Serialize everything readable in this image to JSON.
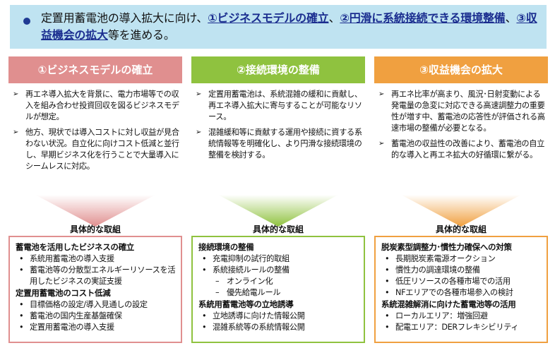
{
  "header": {
    "text_a": "定置用蓄電池の導入拡大に向け、",
    "hl_1": "①ビジネスモデルの確立",
    "text_b": "、",
    "hl_2": "②円滑に系統接続できる環境整備",
    "text_c": "、",
    "hl_3": "③収益機会の拡大",
    "text_d": "等を進める。"
  },
  "columns": [
    {
      "title": "①ビジネスモデルの確立",
      "color": "#e08f8f",
      "desc": [
        "再エネ導入拡大を背景に、電力市場等での収入を組み合わせ投資回収を図るビジネスモデルが想定。",
        "他方、現状では導入コストに対し収益が見合わない状況。自立化に向けコスト低減と並行し、早期ビジネス化を行うことで大量導入にシームレスに対応。"
      ],
      "arrow_label": "具体的な取組",
      "box": {
        "heading1": "蓄電池を活用したビジネスの確立",
        "items1": [
          "系統用蓄電池の導入支援",
          "蓄電池等の分散型エネルギーリソースを活用したビジネスの実証支援"
        ],
        "heading2": "定置用蓄電池のコスト低減",
        "items2": [
          "目標価格の設定/導入見通しの設定",
          "蓄電池の国内生産基盤確保",
          "定置用蓄電池の導入支援"
        ]
      }
    },
    {
      "title": "②接続環境の整備",
      "color": "#8fc23f",
      "desc": [
        "定置用蓄電池は、系統混雑の緩和に貢献し、再エネ導入拡大に寄与することが可能なリソース。",
        "混雑緩和等に貢献する運用や接続に資する系統情報等を明確化し、より円滑な接続環境の整備を検討する。"
      ],
      "arrow_label": "具体的な取組",
      "box": {
        "heading1": "接続環境の整備",
        "items1": [
          "充電抑制の試行的取組",
          "系統接続ルールの整備"
        ],
        "subs": [
          "オンライン化",
          "優先給電ルール"
        ],
        "heading2": "系統用蓄電池等の立地誘導",
        "items2": [
          "立地誘導に向けた情報公開",
          "混雑系統等の系統情報公開"
        ]
      }
    },
    {
      "title": "③収益機会の拡大",
      "color": "#f0a040",
      "desc": [
        "再エネ比率が高まり、風況･日射変動による発電量の急変に対応できる高速調整力の重要性が増す中、蓄電池の応答性が評価される高速市場の整備が必要となる。",
        "蓄電池の収益性の改善により、蓄電池の自立的な導入と再エネ拡大の好循環に繋がる。"
      ],
      "arrow_label": "具体的な取組",
      "box": {
        "heading1": "脱炭素型調整力･慣性力確保への対策",
        "items1": [
          "長期脱炭素電源オークション",
          "慣性力の調達環境の整備",
          "低圧リソースの各種市場での活用",
          "NFエリアでの各種市場参入の検討"
        ],
        "heading2": "系統混雑解消に向けた蓄電池等の活用",
        "items2": [
          "ローカルエリア：増強回避",
          "配電エリア：DERフレキシビリティ"
        ]
      }
    }
  ]
}
